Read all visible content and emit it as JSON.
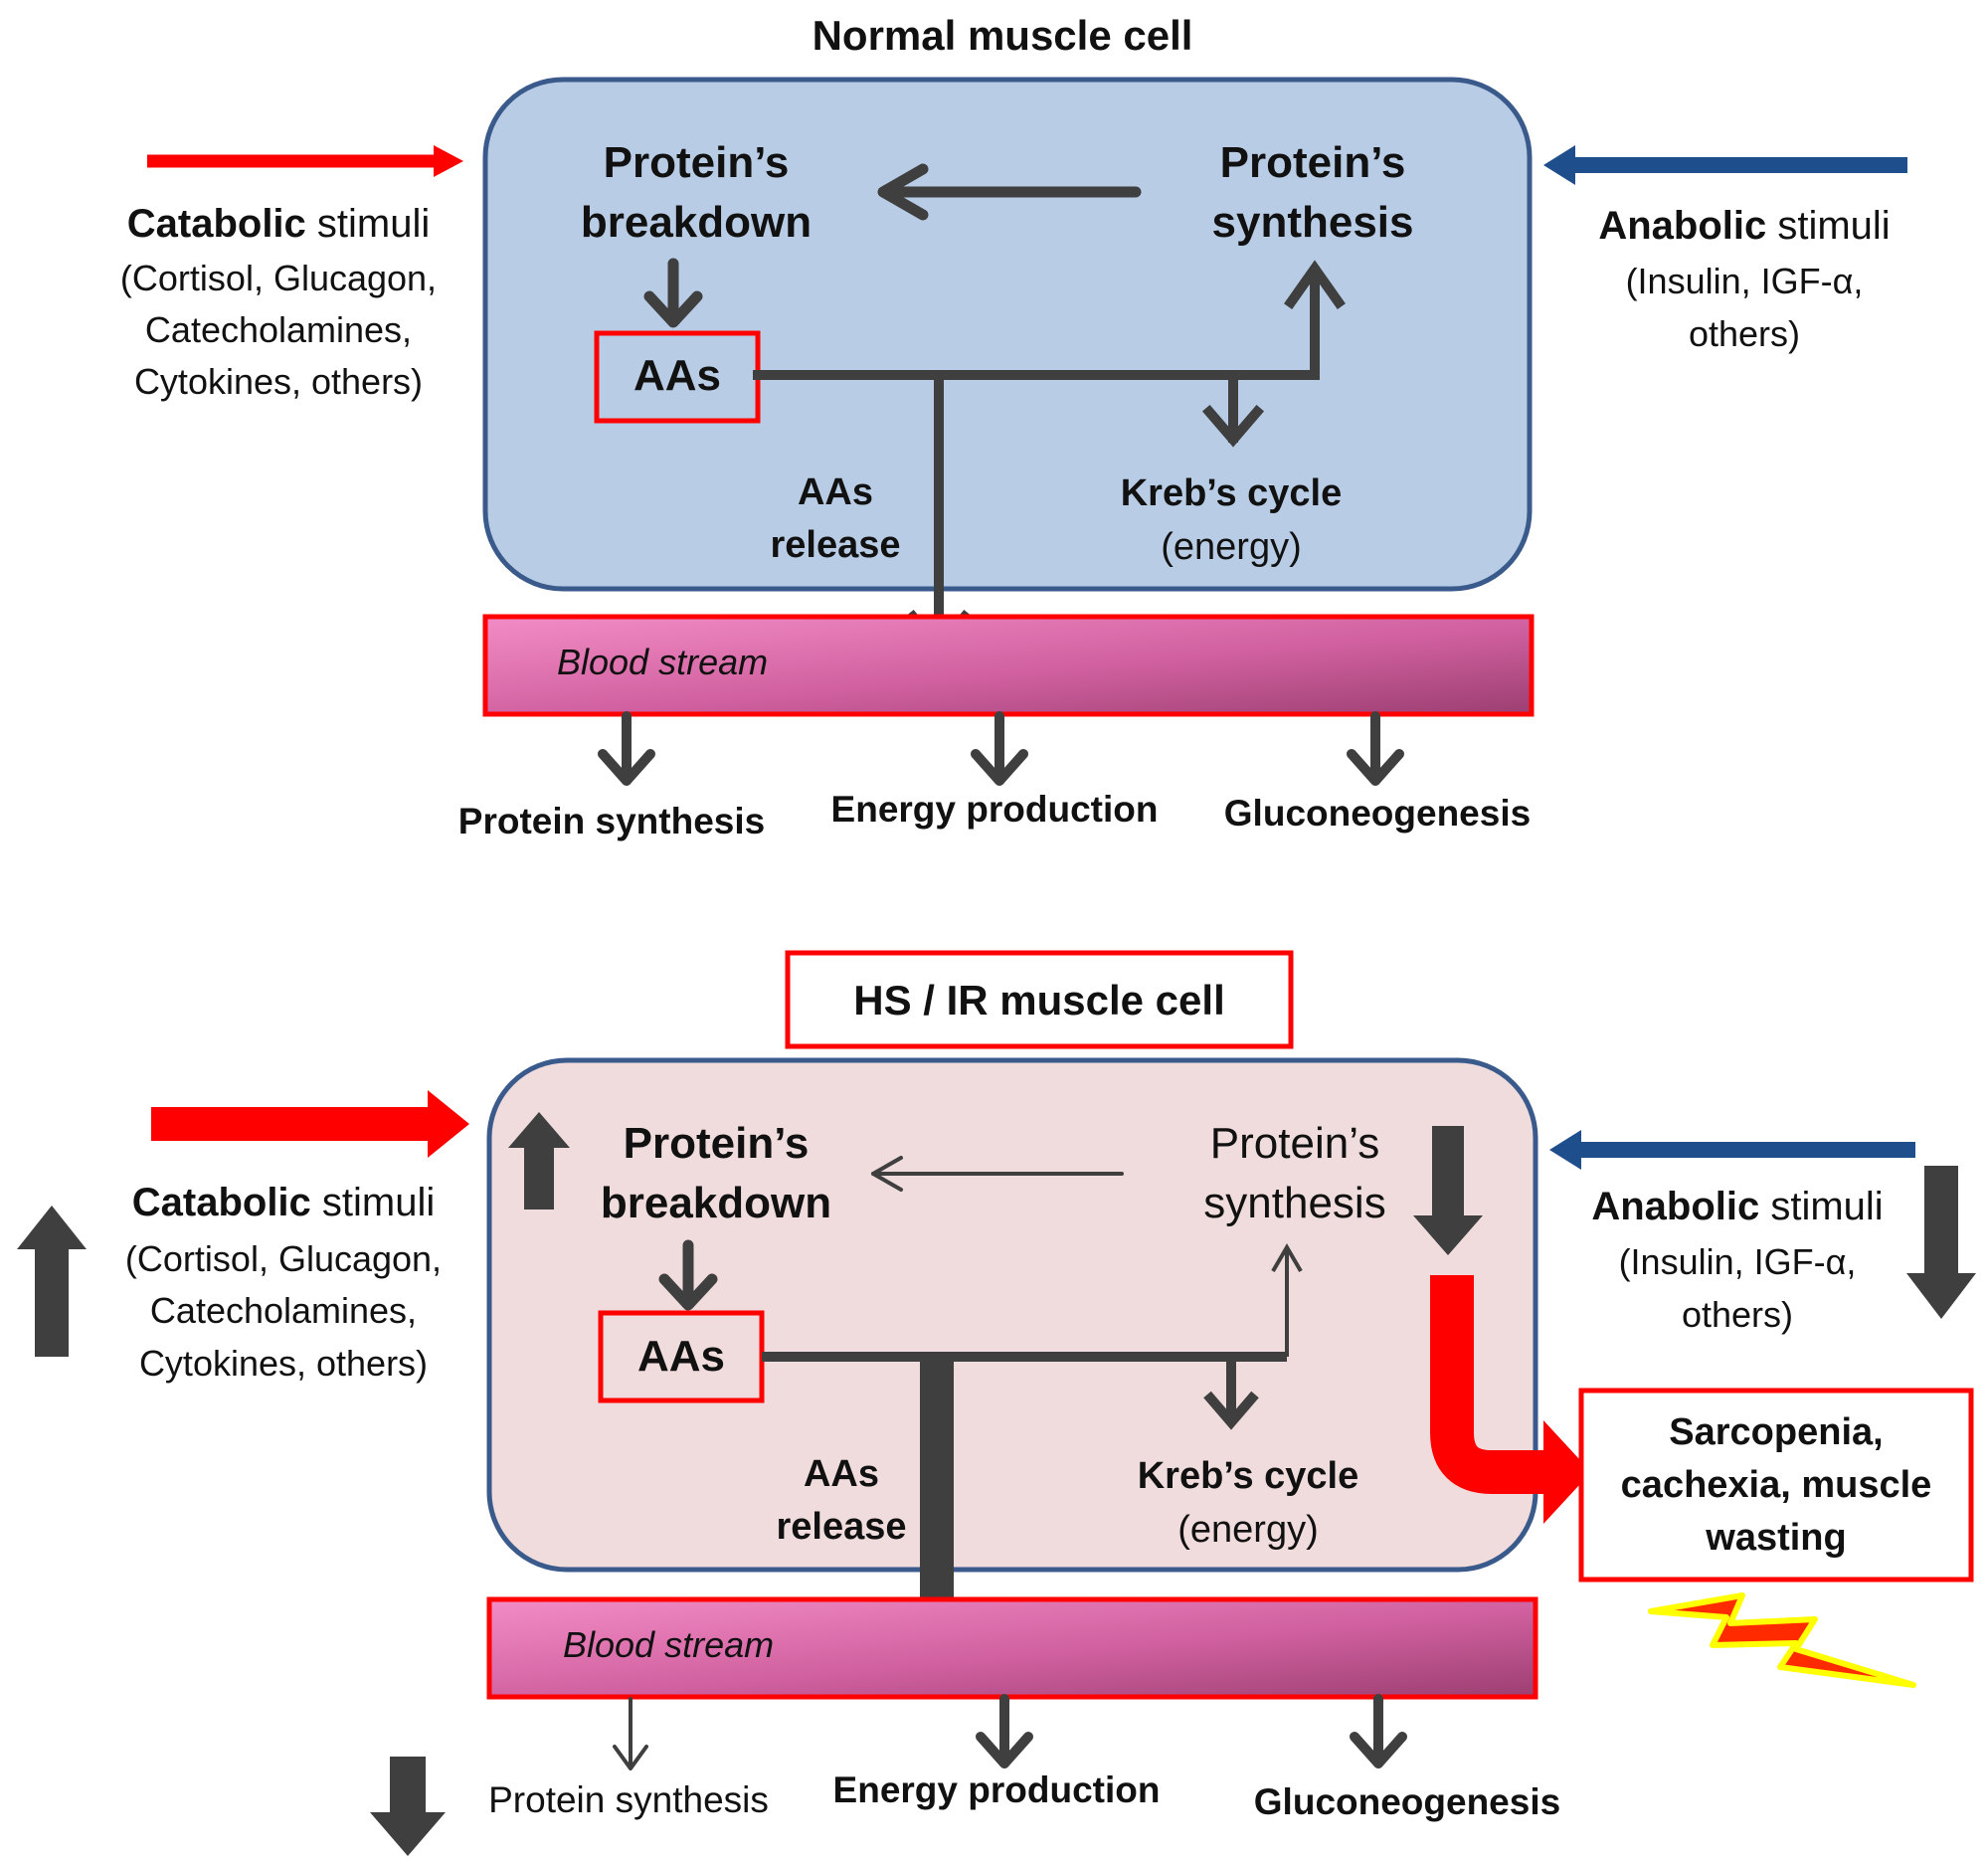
{
  "colors": {
    "normal_cell_fill": "#b8cde5",
    "hs_cell_fill": "#f0dcdc",
    "cell_border": "#3a5a8c",
    "catabolic_arrow": "#ff0000",
    "anabolic_arrow": "#1f4e8c",
    "flow_arrow": "#3f3f3f",
    "highlight_border": "#ff0000",
    "blood_stream_fill": "#d86aa8",
    "lightning_fill": "#ff2a00",
    "lightning_edge": "#ffff00"
  },
  "normal": {
    "title": "Normal muscle cell",
    "catabolic_bold": "Catabolic",
    "catabolic_rest": " stimuli",
    "catabolic_list": [
      "(Cortisol, Glucagon,",
      "Catecholamines,",
      "Cytokines, others)"
    ],
    "anabolic_bold": "Anabolic",
    "anabolic_rest": " stimuli",
    "anabolic_list": [
      "(Insulin, IGF-α,",
      "others)"
    ],
    "breakdown": [
      "Protein’s",
      "breakdown"
    ],
    "synthesis": [
      "Protein’s",
      "synthesis"
    ],
    "aas": "AAs",
    "aas_release": [
      "AAs",
      "release"
    ],
    "krebs": [
      "Kreb’s cycle",
      "(energy)"
    ],
    "blood_stream": "Blood stream",
    "outputs": [
      "Protein synthesis",
      "Energy production",
      "Gluconeogenesis"
    ]
  },
  "hs": {
    "title": "HS / IR muscle cell",
    "catabolic_bold": "Catabolic",
    "catabolic_rest": " stimuli",
    "catabolic_list": [
      "(Cortisol, Glucagon,",
      "Catecholamines,",
      "Cytokines, others)"
    ],
    "anabolic_bold": "Anabolic",
    "anabolic_rest": " stimuli",
    "anabolic_list": [
      "(Insulin, IGF-α,",
      "others)"
    ],
    "breakdown": [
      "Protein’s",
      "breakdown"
    ],
    "synthesis": [
      "Protein’s",
      "synthesis"
    ],
    "aas": "AAs",
    "aas_release": [
      "AAs",
      "release"
    ],
    "krebs": [
      "Kreb’s cycle",
      "(energy)"
    ],
    "blood_stream": "Blood stream",
    "outputs": [
      "Protein synthesis",
      "Energy production",
      "Gluconeogenesis"
    ],
    "outcome": [
      "Sarcopenia,",
      "cachexia, muscle",
      "wasting"
    ]
  }
}
